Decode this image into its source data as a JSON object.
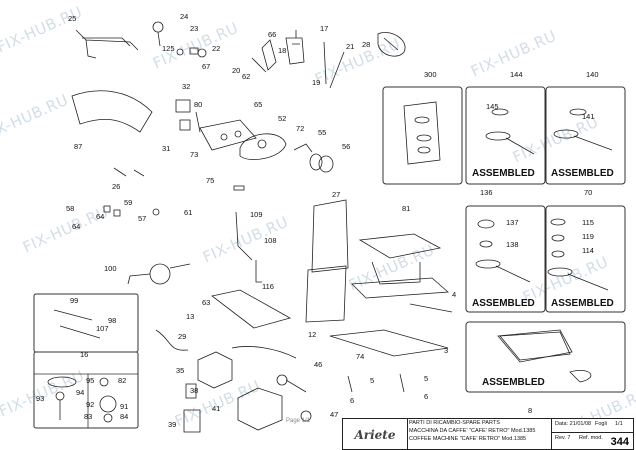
{
  "watermark_text": "FIX-HUB.RU",
  "assembled_label": "ASSEMBLED",
  "part_numbers": [
    "25",
    "24",
    "23",
    "22",
    "125",
    "67",
    "17",
    "66",
    "18",
    "21",
    "28",
    "20",
    "62",
    "19",
    "300",
    "144",
    "140",
    "145",
    "141",
    "32",
    "80",
    "65",
    "52",
    "72",
    "87",
    "31",
    "73",
    "55",
    "56",
    "26",
    "75",
    "27",
    "81",
    "58",
    "59",
    "61",
    "64",
    "57",
    "64",
    "109",
    "136",
    "70",
    "137",
    "115",
    "119",
    "138",
    "114",
    "108",
    "100",
    "116",
    "63",
    "4",
    "99",
    "98",
    "107",
    "16",
    "13",
    "29",
    "12",
    "74",
    "3",
    "95",
    "82",
    "94",
    "93",
    "92",
    "91",
    "83",
    "84",
    "35",
    "38",
    "46",
    "5",
    "6",
    "5",
    "6",
    "41",
    "39",
    "47",
    "8"
  ],
  "title_block": {
    "heading": "PARTI DI RICAMBIO-SPARE PARTS",
    "line_it": "MACCHINA DA CAFFE' \"CAFE' RETRO\"   Mod.1385",
    "line_en": "COFFEE MACHINE \"CAFE' RETRO\"   Mod.1385",
    "brand": "Ariete",
    "date_label": "Data: 21/01/08",
    "foglio_label": "Fogli",
    "foglio_value": "1/1",
    "rev_label": "Rev. 7",
    "ref_label": "Ref. mod.",
    "page_number": "344",
    "footer_small": "Page 1/1"
  }
}
